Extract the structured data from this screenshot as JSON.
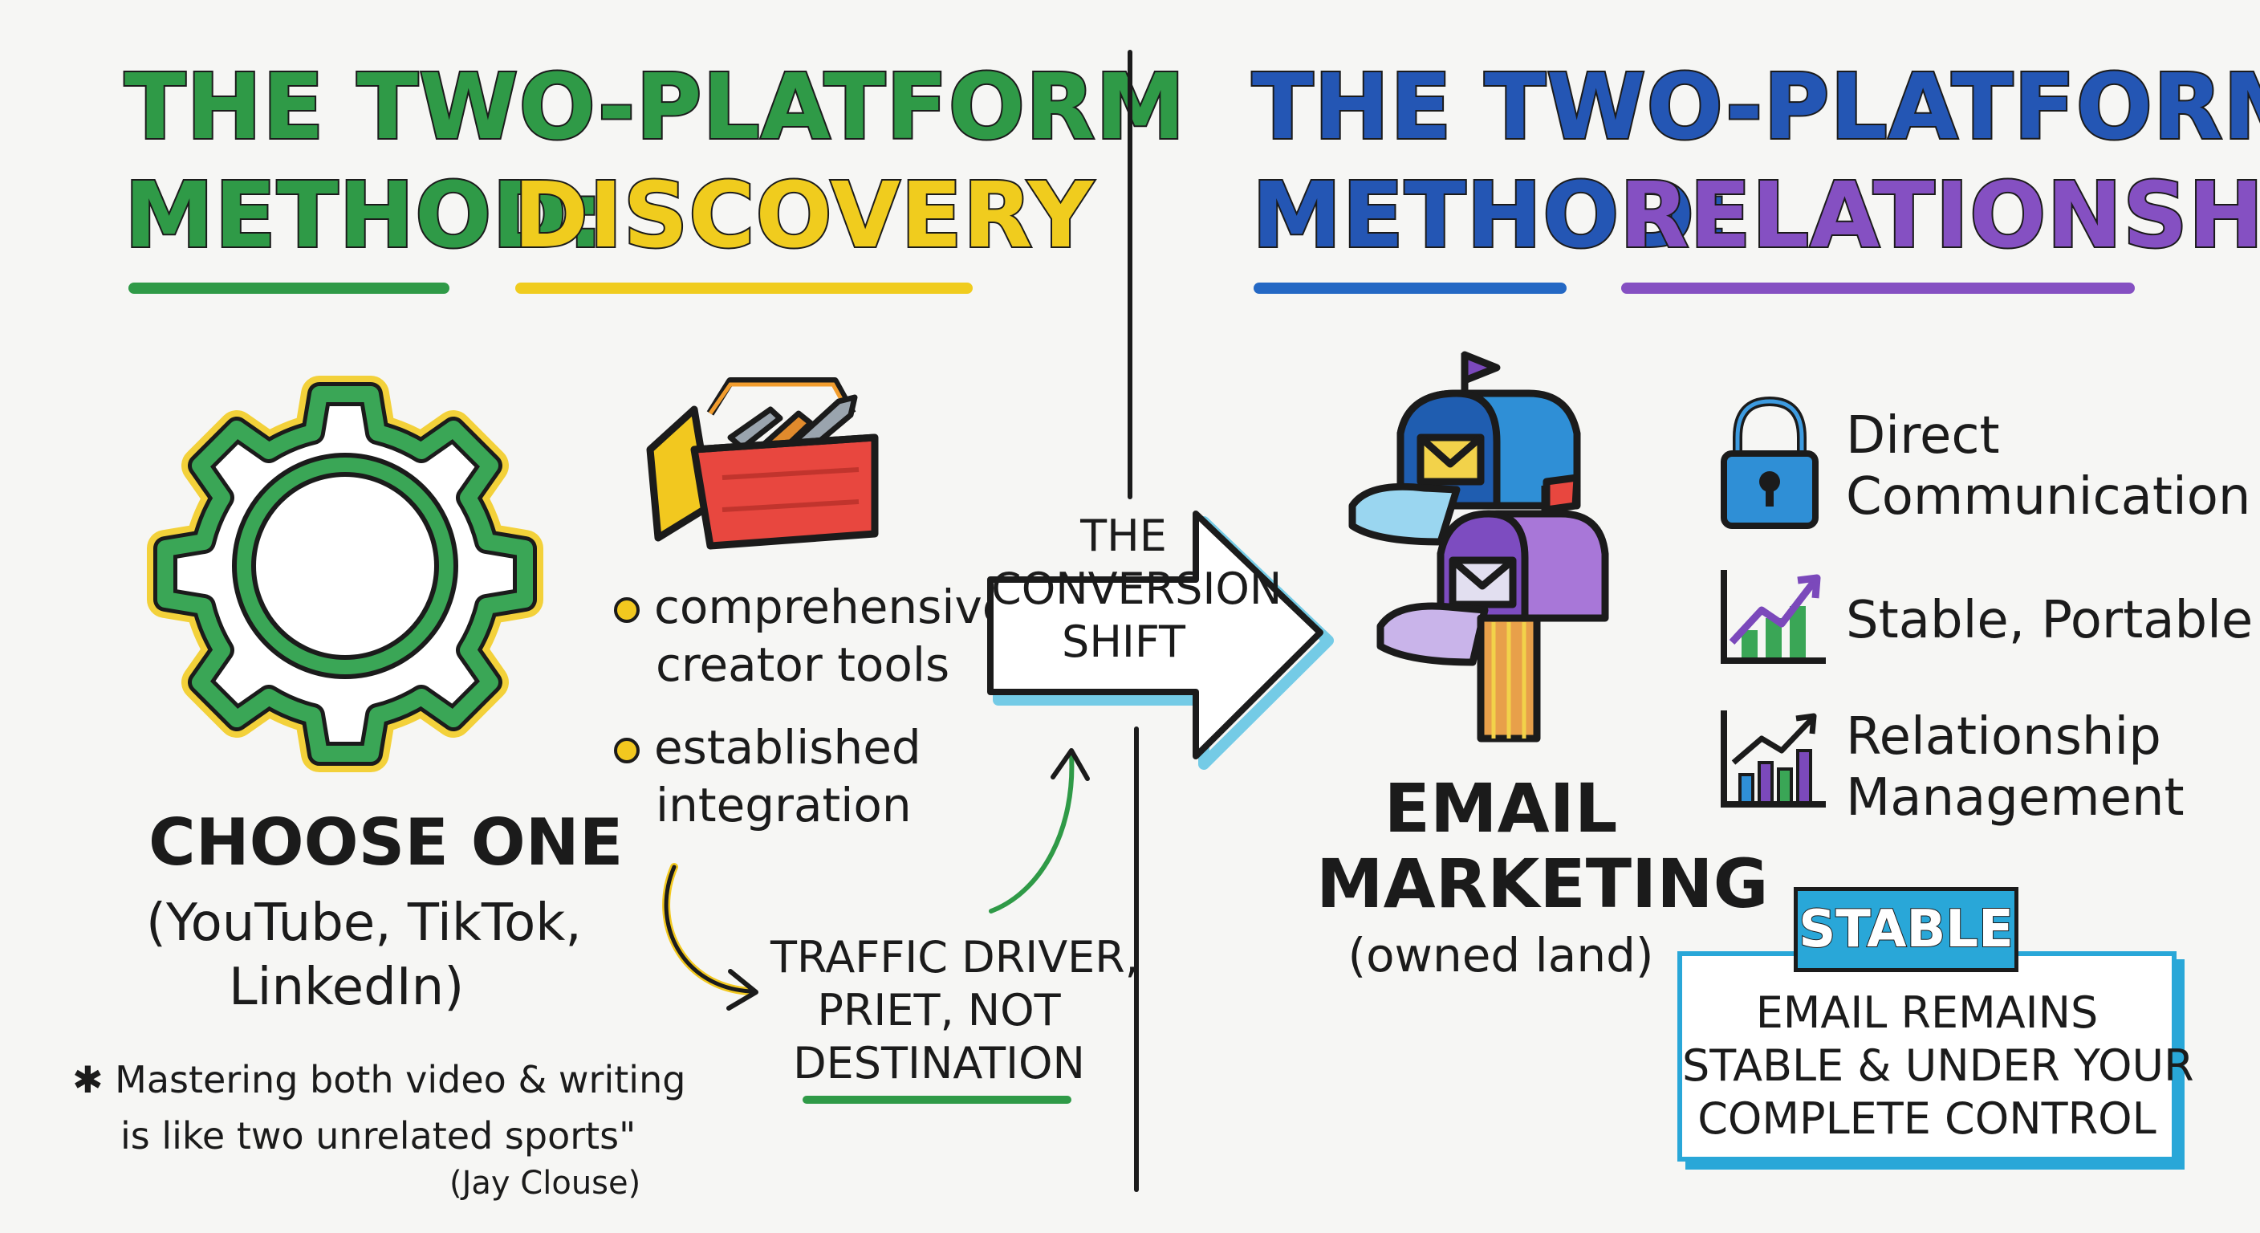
{
  "left": {
    "title_line1": "THE TWO-PLATFORM",
    "title_line2_a": "METHOD:",
    "title_line2_b": "DISCOVERY",
    "choose": "CHOOSE ONE",
    "platforms_l1": "(YouTube, TikTok,",
    "platforms_l2": "LinkedIn)",
    "bullets": [
      {
        "l1": "comprehensive",
        "l2": "creator tools"
      },
      {
        "l1": "established",
        "l2": "integration"
      }
    ],
    "traffic_l1": "TRAFFIC DRIVER,",
    "traffic_l2": "PRIET, NOT",
    "traffic_l3": "DESTINATION",
    "quote_mark": "✱",
    "quote_l1": "Mastering both video & writing",
    "quote_l2": "is like two unrelated sports\"",
    "quote_attr": "(Jay Clouse)"
  },
  "center": {
    "arrow_l1": "THE",
    "arrow_l2": "CONVERSION",
    "arrow_l3": "SHIFT"
  },
  "right": {
    "title_line1": "THE TWO-PLATFORM",
    "title_line2_a": "METHOD:",
    "title_line2_b": "RELATIONSHIP",
    "email_l1": "EMAIL",
    "email_l2": "MARKETING",
    "email_l3": "(owned land)",
    "features": [
      {
        "icon": "lock-icon",
        "l1": "Direct",
        "l2": "Communication"
      },
      {
        "icon": "growth-chart-icon",
        "l1": "Stable, Portable",
        "l2": ""
      },
      {
        "icon": "bar-chart-icon",
        "l1": "Relationship",
        "l2": "Management"
      }
    ],
    "stable_tag": "STABLE",
    "stable_l1": "EMAIL REMAINS",
    "stable_l2": "STABLE & UNDER YOUR",
    "stable_l3": "COMPLETE CONTROL"
  },
  "colors": {
    "green": "#2f9a47",
    "yellow": "#f0cc1e",
    "blue": "#2456b4",
    "purple": "#8550c2",
    "cyan": "#29a7d8",
    "red": "#e8473f"
  }
}
